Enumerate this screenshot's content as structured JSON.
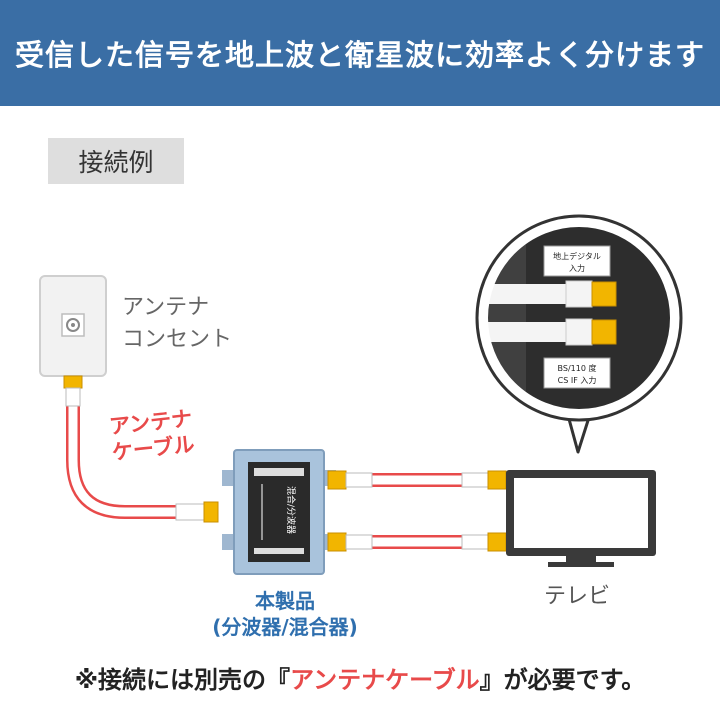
{
  "banner": {
    "title": "受信した信号を地上波と衛星波に効率よく分けます",
    "background": "#3a6ea5"
  },
  "section": {
    "label": "接続例"
  },
  "outlet": {
    "line1": "アンテナ",
    "line2": "コンセント"
  },
  "cable": {
    "line1": "アンテナ",
    "line2": "ケーブル"
  },
  "product": {
    "line1": "本製品",
    "line2": "(分波器/混合器)",
    "face_text": "混合/分波器"
  },
  "tv": {
    "label": "テレビ"
  },
  "callout": {
    "terrestrial_label_line1": "地上デジタル",
    "terrestrial_label_line2": "入力",
    "satellite_label_line1": "BS/110 度",
    "satellite_label_line2": "CS IF 入力"
  },
  "footnote": {
    "prefix": "※接続には別売の『",
    "highlight": "アンテナケーブル",
    "suffix": "』が必要です。"
  },
  "colors": {
    "cable_red": "#e84a4a",
    "connector_gold": "#f2b500",
    "accent_blue": "#2f6fae"
  }
}
